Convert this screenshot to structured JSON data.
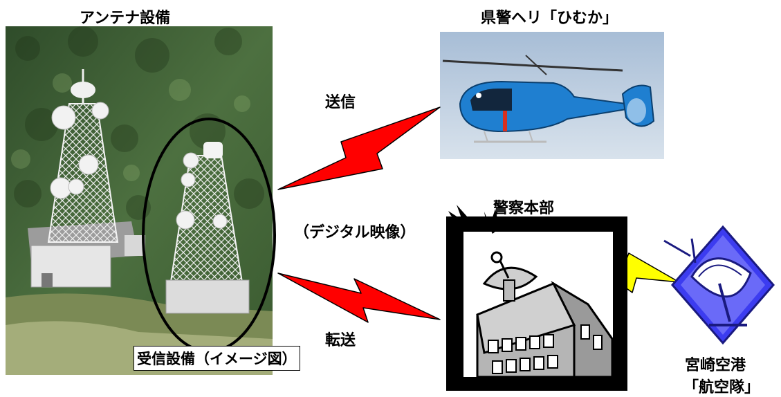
{
  "labels": {
    "antenna_title": "アンテナ設備",
    "heli_title": "県警ヘリ「ひむか」",
    "send": "送信",
    "digital_video": "（デジタル映像）",
    "transfer": "転送",
    "hq": "警察本部",
    "receiver_caption": "受信設備（イメージ図）",
    "airport_name": "宮崎空港",
    "airport_unit": "「航空隊」"
  },
  "colors": {
    "signal_red": "#ff0000",
    "signal_yellow": "#ffff00",
    "helicopter_blue": "#1f7fd0",
    "sky": "#bfcfe0",
    "forest": "#3e5f34",
    "dish_icon": "#3c3cf0"
  }
}
